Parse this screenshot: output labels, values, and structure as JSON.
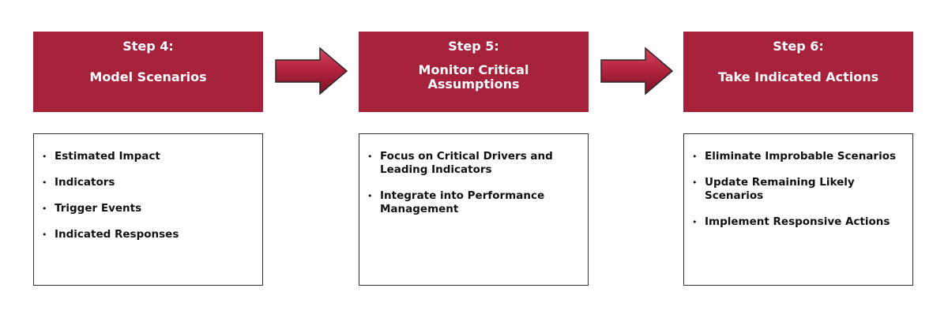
{
  "colors": {
    "header_fill": "#a6213a",
    "arrow_fill": "#b0223c",
    "box_border": "#333333"
  },
  "steps": [
    {
      "number": "Step 4:",
      "title": "Model Scenarios",
      "items": [
        "Estimated Impact",
        "Indicators",
        "Trigger Events",
        "Indicated Responses"
      ]
    },
    {
      "number": "Step 5:",
      "title": "Monitor Critical Assumptions",
      "items": [
        "Focus on Critical Drivers and Leading Indicators",
        "Integrate into Performance Management"
      ]
    },
    {
      "number": "Step 6:",
      "title": "Take Indicated Actions",
      "items": [
        "Eliminate Improbable Scenarios",
        "Update Remaining Likely Scenarios",
        "Implement Responsive Actions"
      ]
    }
  ],
  "connectors": [
    "arrow-right-icon",
    "arrow-right-icon"
  ]
}
